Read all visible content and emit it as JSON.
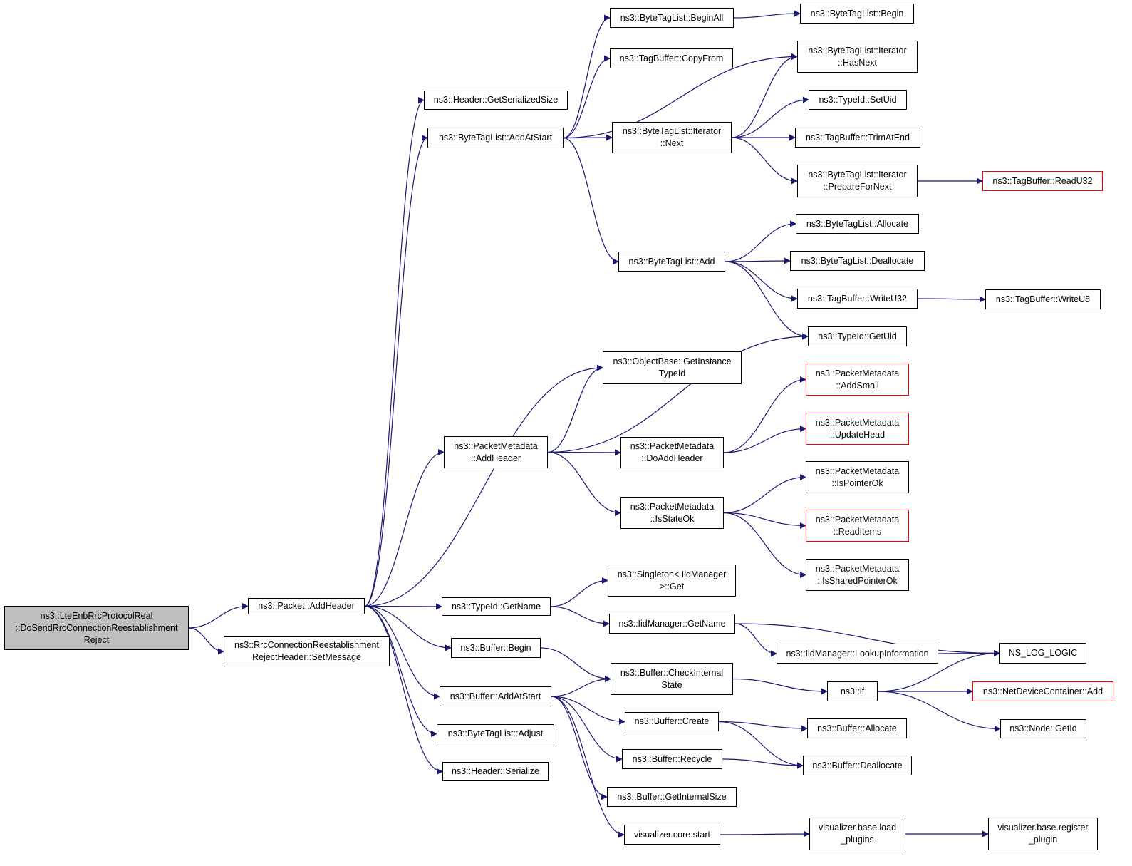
{
  "colors": {
    "edge": "#191970",
    "truncated_border": "#ff0000",
    "root_fill": "#bfbfbf",
    "node_border": "#000000"
  },
  "nodes": {
    "root": {
      "lines": [
        "ns3::LteEnbRrcProtocolReal",
        "::DoSendRrcConnectionReestablishment",
        "Reject"
      ]
    },
    "packet_addheader": {
      "lines": [
        "ns3::Packet::AddHeader"
      ]
    },
    "rrc_setmessage": {
      "lines": [
        "ns3::RrcConnectionReestablishment",
        "RejectHeader::SetMessage"
      ]
    },
    "header_getserializedsize": {
      "lines": [
        "ns3::Header::GetSerializedSize"
      ]
    },
    "btl_addatstart": {
      "lines": [
        "ns3::ByteTagList::AddAtStart"
      ]
    },
    "btl_beginall": {
      "lines": [
        "ns3::ByteTagList::BeginAll"
      ]
    },
    "btl_begin": {
      "lines": [
        "ns3::ByteTagList::Begin"
      ]
    },
    "tb_copyfrom": {
      "lines": [
        "ns3::TagBuffer::CopyFrom"
      ]
    },
    "btl_it_hasnext": {
      "lines": [
        "ns3::ByteTagList::Iterator",
        "::HasNext"
      ]
    },
    "typeid_setuid": {
      "lines": [
        "ns3::TypeId::SetUid"
      ]
    },
    "btl_it_next": {
      "lines": [
        "ns3::ByteTagList::Iterator",
        "::Next"
      ]
    },
    "tb_trimatend": {
      "lines": [
        "ns3::TagBuffer::TrimAtEnd"
      ]
    },
    "btl_it_preparefornext": {
      "lines": [
        "ns3::ByteTagList::Iterator",
        "::PrepareForNext"
      ]
    },
    "tb_readu32": {
      "lines": [
        "ns3::TagBuffer::ReadU32"
      ],
      "truncated": true
    },
    "btl_allocate": {
      "lines": [
        "ns3::ByteTagList::Allocate"
      ]
    },
    "btl_add": {
      "lines": [
        "ns3::ByteTagList::Add"
      ]
    },
    "btl_deallocate": {
      "lines": [
        "ns3::ByteTagList::Deallocate"
      ]
    },
    "tb_writeu32": {
      "lines": [
        "ns3::TagBuffer::WriteU32"
      ]
    },
    "tb_writeu8": {
      "lines": [
        "ns3::TagBuffer::WriteU8"
      ]
    },
    "typeid_getuid": {
      "lines": [
        "ns3::TypeId::GetUid"
      ]
    },
    "objbase_getinstancetypeid": {
      "lines": [
        "ns3::ObjectBase::GetInstance",
        "TypeId"
      ]
    },
    "pm_addsmall": {
      "lines": [
        "ns3::PacketMetadata",
        "::AddSmall"
      ],
      "truncated": true
    },
    "pm_updatehead": {
      "lines": [
        "ns3::PacketMetadata",
        "::UpdateHead"
      ],
      "truncated": true
    },
    "pm_addheader": {
      "lines": [
        "ns3::PacketMetadata",
        "::AddHeader"
      ]
    },
    "pm_doaddheader": {
      "lines": [
        "ns3::PacketMetadata",
        "::DoAddHeader"
      ]
    },
    "pm_ispointerok": {
      "lines": [
        "ns3::PacketMetadata",
        "::IsPointerOk"
      ]
    },
    "pm_isstateok": {
      "lines": [
        "ns3::PacketMetadata",
        "::IsStateOk"
      ]
    },
    "pm_readitems": {
      "lines": [
        "ns3::PacketMetadata",
        "::ReadItems"
      ],
      "truncated": true
    },
    "pm_issharedpointerok": {
      "lines": [
        "ns3::PacketMetadata",
        "::IsSharedPointerOk"
      ]
    },
    "singleton_get": {
      "lines": [
        "ns3::Singleton< IidManager",
        ">::Get"
      ]
    },
    "typeid_getname": {
      "lines": [
        "ns3::TypeId::GetName"
      ]
    },
    "iidmanager_getname": {
      "lines": [
        "ns3::IidManager::GetName"
      ]
    },
    "buffer_begin": {
      "lines": [
        "ns3::Buffer::Begin"
      ]
    },
    "iidmanager_lookupinformation": {
      "lines": [
        "ns3::IidManager::LookupInformation"
      ]
    },
    "ns_log_logic": {
      "lines": [
        "NS_LOG_LOGIC"
      ]
    },
    "buffer_checkinternalstate": {
      "lines": [
        "ns3::Buffer::CheckInternal",
        "State"
      ]
    },
    "buffer_addatstart": {
      "lines": [
        "ns3::Buffer::AddAtStart"
      ]
    },
    "ns3_if": {
      "lines": [
        "ns3::if"
      ]
    },
    "ndc_add": {
      "lines": [
        "ns3::NetDeviceContainer::Add"
      ],
      "truncated": true
    },
    "buffer_create": {
      "lines": [
        "ns3::Buffer::Create"
      ]
    },
    "buffer_allocate": {
      "lines": [
        "ns3::Buffer::Allocate"
      ]
    },
    "node_getid": {
      "lines": [
        "ns3::Node::GetId"
      ]
    },
    "btl_adjust": {
      "lines": [
        "ns3::ByteTagList::Adjust"
      ]
    },
    "buffer_recycle": {
      "lines": [
        "ns3::Buffer::Recycle"
      ]
    },
    "buffer_deallocate": {
      "lines": [
        "ns3::Buffer::Deallocate"
      ]
    },
    "header_serialize": {
      "lines": [
        "ns3::Header::Serialize"
      ]
    },
    "buffer_getinternalsize": {
      "lines": [
        "ns3::Buffer::GetInternalSize"
      ]
    },
    "viz_core_start": {
      "lines": [
        "visualizer.core.start"
      ]
    },
    "viz_base_load_plugins": {
      "lines": [
        "visualizer.base.load",
        "_plugins"
      ]
    },
    "viz_base_register_plugin": {
      "lines": [
        "visualizer.base.register",
        "_plugin"
      ]
    }
  },
  "edges": [
    [
      "root",
      "packet_addheader"
    ],
    [
      "root",
      "rrc_setmessage"
    ],
    [
      "packet_addheader",
      "header_getserializedsize"
    ],
    [
      "packet_addheader",
      "btl_addatstart"
    ],
    [
      "packet_addheader",
      "objbase_getinstancetypeid"
    ],
    [
      "packet_addheader",
      "pm_addheader"
    ],
    [
      "packet_addheader",
      "typeid_getname"
    ],
    [
      "packet_addheader",
      "buffer_begin"
    ],
    [
      "packet_addheader",
      "buffer_addatstart"
    ],
    [
      "packet_addheader",
      "btl_adjust"
    ],
    [
      "packet_addheader",
      "header_serialize"
    ],
    [
      "btl_addatstart",
      "btl_beginall"
    ],
    [
      "btl_addatstart",
      "tb_copyfrom"
    ],
    [
      "btl_addatstart",
      "btl_it_hasnext"
    ],
    [
      "btl_addatstart",
      "btl_it_next"
    ],
    [
      "btl_addatstart",
      "btl_add"
    ],
    [
      "btl_beginall",
      "btl_begin"
    ],
    [
      "btl_it_next",
      "btl_it_hasnext"
    ],
    [
      "btl_it_next",
      "typeid_setuid"
    ],
    [
      "btl_it_next",
      "tb_trimatend"
    ],
    [
      "btl_it_next",
      "btl_it_preparefornext"
    ],
    [
      "btl_it_preparefornext",
      "tb_readu32"
    ],
    [
      "btl_add",
      "btl_allocate"
    ],
    [
      "btl_add",
      "btl_deallocate"
    ],
    [
      "btl_add",
      "tb_writeu32"
    ],
    [
      "btl_add",
      "typeid_getuid"
    ],
    [
      "tb_writeu32",
      "tb_writeu8"
    ],
    [
      "pm_addheader",
      "objbase_getinstancetypeid"
    ],
    [
      "pm_addheader",
      "typeid_getuid"
    ],
    [
      "pm_addheader",
      "pm_doaddheader"
    ],
    [
      "pm_addheader",
      "pm_isstateok"
    ],
    [
      "pm_doaddheader",
      "pm_addsmall"
    ],
    [
      "pm_doaddheader",
      "pm_updatehead"
    ],
    [
      "pm_isstateok",
      "pm_ispointerok"
    ],
    [
      "pm_isstateok",
      "pm_readitems"
    ],
    [
      "pm_isstateok",
      "pm_issharedpointerok"
    ],
    [
      "typeid_getname",
      "singleton_get"
    ],
    [
      "typeid_getname",
      "iidmanager_getname"
    ],
    [
      "iidmanager_getname",
      "ns_log_logic"
    ],
    [
      "iidmanager_getname",
      "iidmanager_lookupinformation"
    ],
    [
      "iidmanager_lookupinformation",
      "ns_log_logic"
    ],
    [
      "buffer_begin",
      "buffer_checkinternalstate"
    ],
    [
      "buffer_addatstart",
      "buffer_checkinternalstate"
    ],
    [
      "buffer_addatstart",
      "buffer_create"
    ],
    [
      "buffer_addatstart",
      "buffer_recycle"
    ],
    [
      "buffer_addatstart",
      "buffer_getinternalsize"
    ],
    [
      "buffer_addatstart",
      "viz_core_start"
    ],
    [
      "buffer_checkinternalstate",
      "ns3_if"
    ],
    [
      "ns3_if",
      "ns_log_logic"
    ],
    [
      "ns3_if",
      "ndc_add"
    ],
    [
      "ns3_if",
      "node_getid"
    ],
    [
      "buffer_create",
      "buffer_allocate"
    ],
    [
      "buffer_create",
      "buffer_deallocate"
    ],
    [
      "buffer_recycle",
      "buffer_deallocate"
    ],
    [
      "viz_core_start",
      "viz_base_load_plugins"
    ],
    [
      "viz_base_load_plugins",
      "viz_base_register_plugin"
    ]
  ]
}
